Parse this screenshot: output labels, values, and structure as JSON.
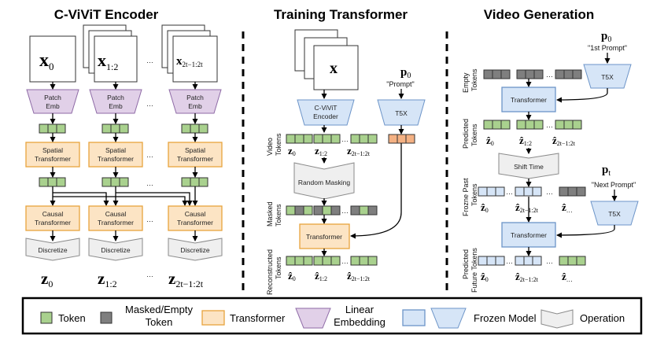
{
  "titles": {
    "encoder": "C-ViViT Encoder",
    "training": "Training Transformer",
    "generation": "Video Generation"
  },
  "encoder": {
    "frames": [
      "x",
      "x",
      "x"
    ],
    "frame_subs": [
      "0",
      "1:2",
      "2t−1:2t"
    ],
    "patch_emb": [
      "Patch",
      "Emb"
    ],
    "spatial": [
      "Spatial",
      "Transformer"
    ],
    "causal": [
      "Causal",
      "Transformer"
    ],
    "discretize": "Discretize",
    "outputs": [
      "z",
      "z",
      "z"
    ],
    "output_subs": [
      "0",
      "1:2",
      "2t−1:2t"
    ],
    "dots": "…"
  },
  "training": {
    "frame": "x",
    "encoder": [
      "C-ViViT",
      "Encoder"
    ],
    "video_tokens": [
      "Video",
      "Tokens"
    ],
    "token_labels": [
      "z",
      "z",
      "z"
    ],
    "token_subs": [
      "0",
      "1:2",
      "2t−1:2t"
    ],
    "random_masking": "Random Masking",
    "masked_tokens": [
      "Masked",
      "Tokens"
    ],
    "transformer": "Transformer",
    "reconstructed": [
      "Reconstructed",
      "Tokens"
    ],
    "recon_subs": [
      "0",
      "1:2",
      "2t−1:2t"
    ],
    "prompt_var": "p",
    "prompt_sub": "0",
    "prompt": "\"Prompt\"",
    "t5x": "T5X"
  },
  "generation": {
    "prompt_var": "p",
    "prompt_sub": "0",
    "first_prompt": "\"1st Prompt\"",
    "empty_tokens": [
      "Empty",
      "Tokens"
    ],
    "t5x": "T5X",
    "transformer": "Transformer",
    "predicted_tokens": [
      "Predicted",
      "Tokens"
    ],
    "pred_subs": [
      "0",
      "1:2",
      "2t−1:2t"
    ],
    "shift_time": "Shift Time",
    "frozen_past": [
      "Frozne Past",
      "Tokens"
    ],
    "past_subs": [
      "0",
      "2t−1:2t",
      "…"
    ],
    "prompt_t_var": "p",
    "prompt_t_sub": "t",
    "next_prompt": "\"Next Prompt\"",
    "pred_future": [
      "Predicted",
      "Future Tokens"
    ],
    "future_subs": [
      "0",
      "2t−1:2t",
      "…"
    ]
  },
  "legend": {
    "token": "Token",
    "masked": [
      "Masked/Empty",
      "Token"
    ],
    "transformer": "Transformer",
    "linear": [
      "Linear",
      "Embedding"
    ],
    "frozen": "Frozen Model",
    "operation": "Operation"
  },
  "colors": {
    "token": "#a9d18e",
    "masked": "#7f7f7f",
    "transformer": "#fce4c4",
    "transformer_edge": "#e8a33d",
    "linear": "#e1d0e8",
    "linear_edge": "#8e6aa6",
    "frozen": "#d6e5f7",
    "frozen_edge": "#6c94c8",
    "operation": "#efefef",
    "operation_edge": "#8a8a8a",
    "orange_token": "#f4b183"
  }
}
